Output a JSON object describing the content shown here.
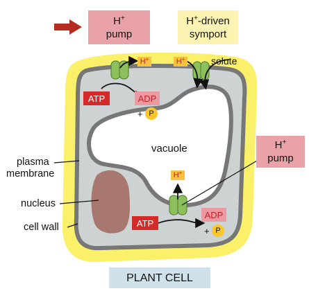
{
  "legend": {
    "pump": {
      "line1": "H",
      "sup": "+",
      "line2": "pump"
    },
    "symport": {
      "line1": "H",
      "sup": "+",
      "line1_rest": "-driven",
      "line2": "symport"
    }
  },
  "cell": {
    "vacuole": "vacuole",
    "pump_box": {
      "line1": "H",
      "sup": "+",
      "line2": "pump"
    }
  },
  "labels": {
    "plasma_membrane_1": "plasma",
    "plasma_membrane_2": "membrane",
    "nucleus": "nucleus",
    "cell_wall": "cell wall",
    "solute": "solute"
  },
  "molecules": {
    "atp": "ATP",
    "adp": "ADP",
    "phosphate": "P",
    "plus": "+",
    "h": "H",
    "h_sup": "+"
  },
  "caption": "PLANT CELL",
  "colors": {
    "cell_wall": "#fbf06a",
    "membrane": "#777777",
    "cytoplasm": "#cdd3d3",
    "vacuole": "#ffffff",
    "nucleus": "#a87870",
    "protein": "#8dbf5c",
    "atp_red": "#d42a2a",
    "adp_pink": "#ec9aa2",
    "h_box": "#f7c23e",
    "phosphate": "#f9c62c",
    "arrow_red": "#b52b20",
    "pump_pink": "#e8a2a8",
    "legend_cream": "#fdf4b4",
    "caption_blue": "#cfe1ea"
  }
}
